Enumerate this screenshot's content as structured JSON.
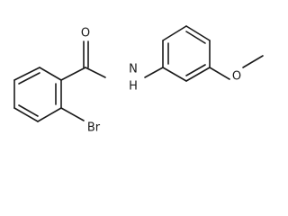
{
  "molecule": {
    "atoms": {
      "oxygen_carbonyl": "O",
      "nitrogen_amide": "N",
      "hydrogen_amide": "H",
      "bromine": "Br",
      "oxygen_ether": "O"
    }
  }
}
